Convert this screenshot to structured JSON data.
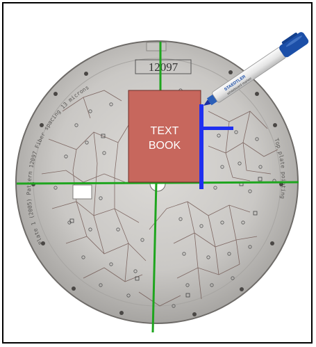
{
  "plate": {
    "serial_number": "12097",
    "engraved_text_left": "Plate 1 (2005) Pattern 12097 Fiber spacing 13 microns",
    "engraved_text_right": "Top plate pointing",
    "colors": {
      "metal_light": "#d6d4d1",
      "metal_dark": "#9d9b98",
      "edge": "#6e6b68"
    }
  },
  "overlay": {
    "textbook_label_line1": "TEXT",
    "textbook_label_line2": "BOOK",
    "textbook_color": "#c7675d",
    "crosshair_color": "#1ea51e",
    "bracket_color": "#1f2ff0"
  },
  "marker": {
    "brand_text": "STAEDTLER",
    "product_text": "whiteboard marker",
    "cap_color": "#1c4fa8",
    "body_color": "#e9e9e9",
    "icon": "whiteboard-marker-icon"
  }
}
